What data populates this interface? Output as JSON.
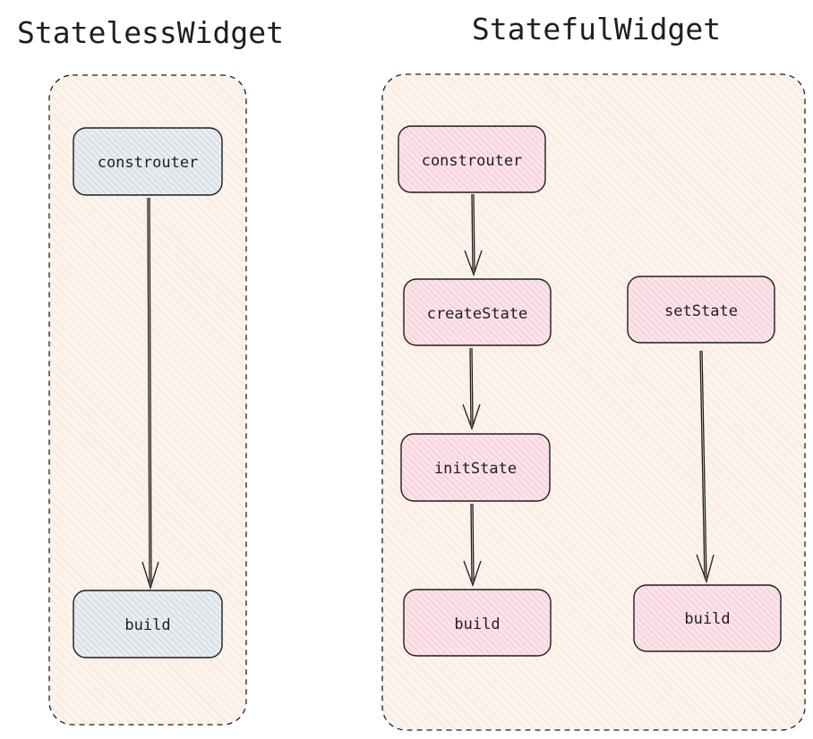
{
  "titles": {
    "stateless": "StatelessWidget",
    "stateful": "StatefulWidget"
  },
  "stateless": {
    "nodes": {
      "constructor": "constrouter",
      "build": "build"
    }
  },
  "stateful": {
    "nodes": {
      "constructor": "constrouter",
      "create_state": "createState",
      "init_state": "initState",
      "build": "build",
      "set_state": "setState",
      "set_state_build": "build"
    }
  },
  "colors": {
    "stroke": "#1e1e1e",
    "container_fill": "#fcf3ec",
    "container_hatch": "#f3dccb",
    "stateless_node_fill": "#e7edf1",
    "stateless_node_hatch": "#b8c7d2",
    "stateful_node_fill": "#fce3ea",
    "stateful_node_hatch": "#eeb3c2"
  }
}
